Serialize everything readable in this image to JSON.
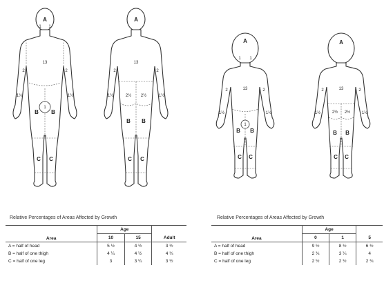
{
  "adult_figures": {
    "front": {
      "head_label": "A",
      "labels": [
        "1",
        "1",
        "2",
        "2",
        "13",
        "1½",
        "1½",
        "1",
        "B",
        "B",
        "C",
        "C"
      ]
    },
    "back": {
      "head_label": "A",
      "labels": [
        "2",
        "2",
        "13",
        "2½",
        "2½",
        "1½",
        "1½",
        "B",
        "B",
        "C",
        "C"
      ]
    }
  },
  "child_figures": {
    "front": {
      "head_label": "A",
      "labels": [
        "1",
        "1",
        "2",
        "2",
        "13",
        "1½",
        "1½",
        "1",
        "B",
        "B",
        "C",
        "C"
      ]
    },
    "back": {
      "head_label": "A",
      "labels": [
        "2",
        "2",
        "13",
        "2½",
        "2½",
        "1½",
        "1½",
        "B",
        "B",
        "C",
        "C"
      ]
    }
  },
  "left_table": {
    "caption": "Relative Percentages of  Areas Affected by Growth",
    "age_header": "Age",
    "area_header": "Area",
    "columns": [
      "10",
      "15",
      "Adult"
    ],
    "rows": [
      {
        "area": "A = half of head",
        "values": [
          "5 ½",
          "4 ½",
          "3 ½"
        ]
      },
      {
        "area": "B = half of one thigh",
        "values": [
          "4 ¼",
          "4 ½",
          "4 ¾"
        ]
      },
      {
        "area": "C = half of one leg",
        "values": [
          "3",
          "3 ¼",
          "3 ½"
        ]
      }
    ]
  },
  "right_table": {
    "caption": "Relative Percentages of  Areas Affected by Growth",
    "age_header": "Age",
    "area_header": "Area",
    "columns": [
      "0",
      "1",
      "5"
    ],
    "rows": [
      {
        "area": "A = half of head",
        "values": [
          "9 ½",
          "8 ½",
          "6 ½"
        ]
      },
      {
        "area": "B = half of one thigh",
        "values": [
          "2 ¾",
          "3 ¼",
          "4"
        ]
      },
      {
        "area": "C = half of one leg",
        "values": [
          "2 ½",
          "2 ½",
          "2 ¾"
        ]
      }
    ]
  }
}
